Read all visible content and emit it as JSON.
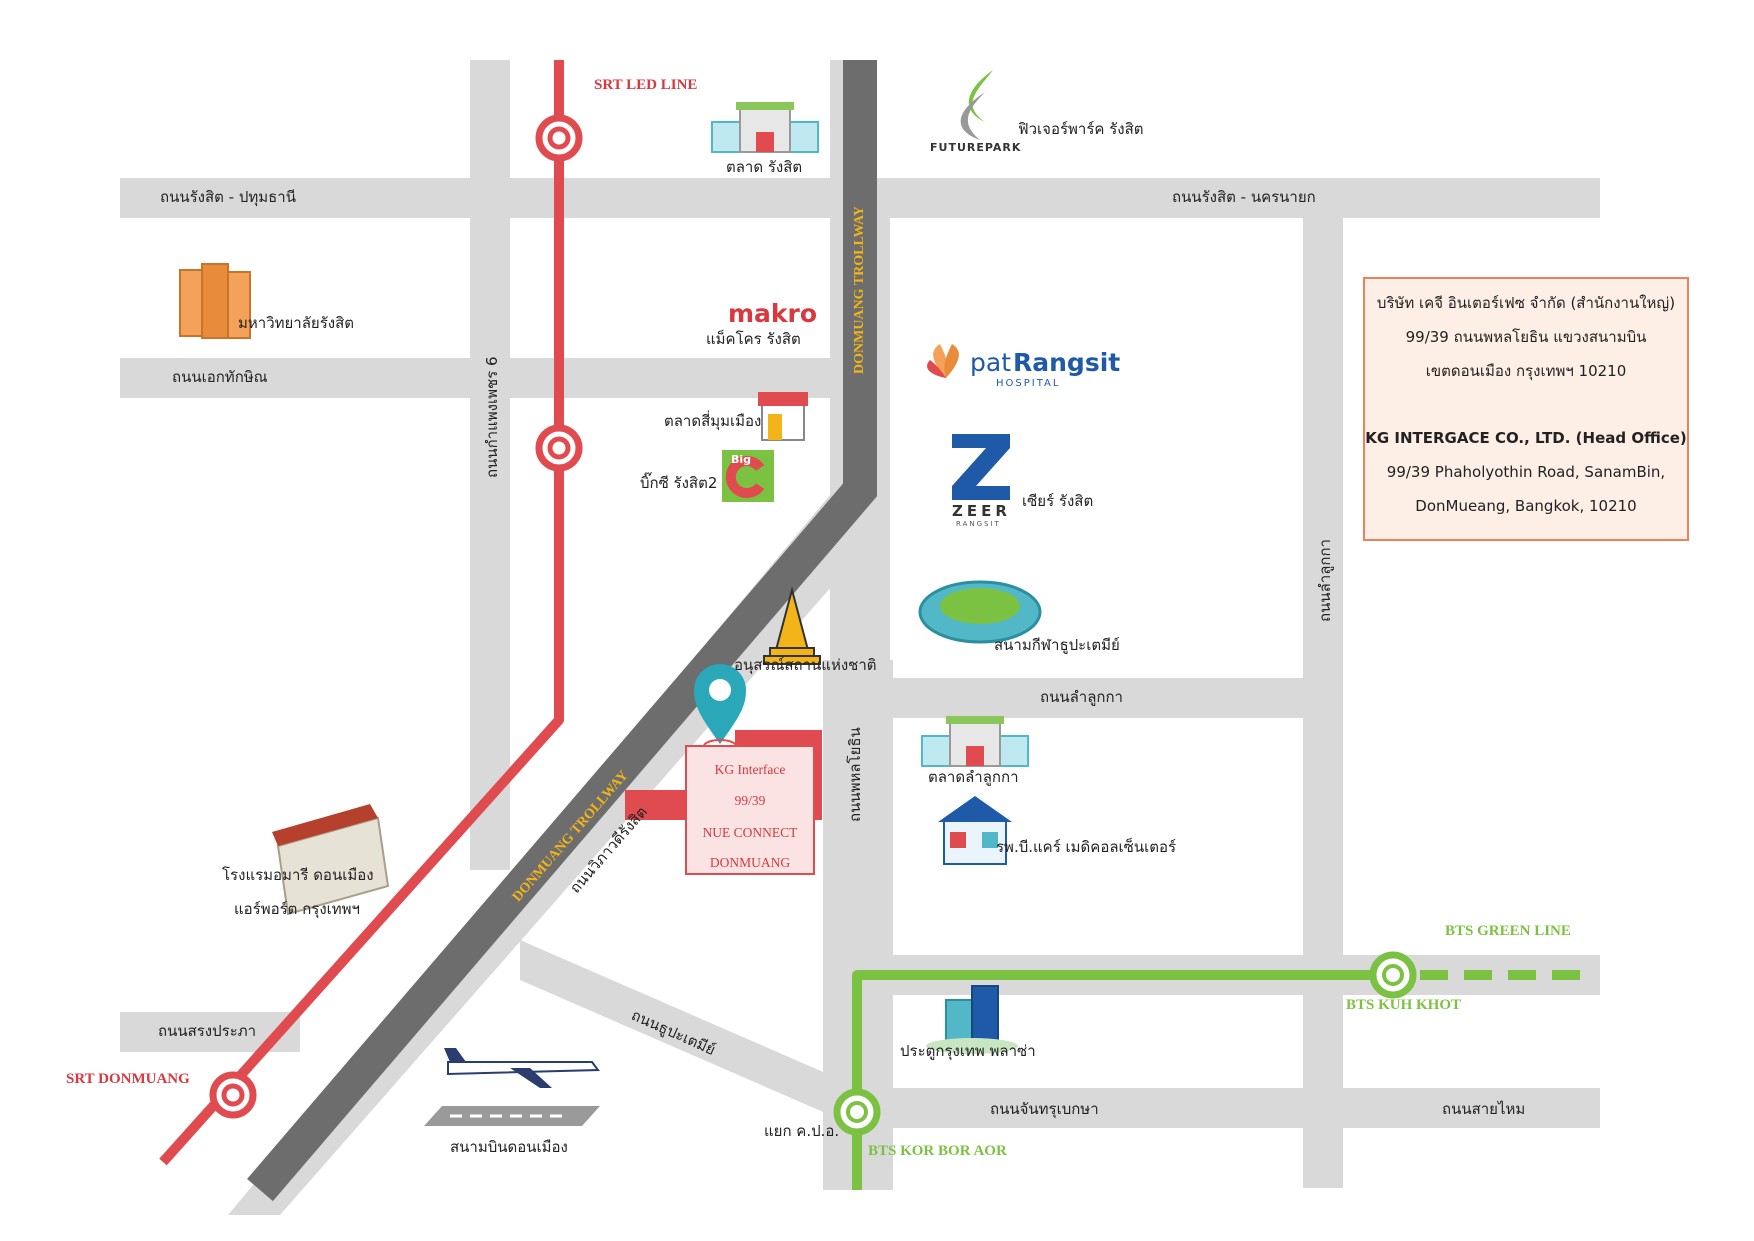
{
  "lines": {
    "srt_red": "SRT LED LINE",
    "srt_donmuang": "SRT DONMUANG",
    "bts_green": "BTS GREEN LINE",
    "bts_kuh_khot": "BTS KUH KHOT",
    "bts_kor_bor_aor": "BTS KOR BOR AOR",
    "tollway_top": "DONMUANG TROLLWAY",
    "tollway_bottom": "DONMUANG TROLLWAY"
  },
  "roads": {
    "rangsit_pathum": "ถนนรังสิต - ปทุมธานี",
    "rangsit_nakhon": "ถนนรังสิต - นครนายก",
    "ekkathat": "ถนนเอกทักษิณ",
    "kamphaeng_phet": "ถนนกำแพงเพชร 6",
    "lamlukka_vertical": "ถนนลำลูกกา",
    "lamlukka_horizontal": "ถนนลำลูกกา",
    "phahonyothin": "ถนนพหลโยธิน",
    "vibhavadi": "ถนนวิภาวดีรังสิต",
    "songprapa": "ถนนสรงประภา",
    "thupatemi": "ถนนธูปะเตมีย์",
    "chantrubeksa": "ถนนจันทรุเบกษา",
    "saimai": "ถนนสายไหม",
    "kor_bor_aor_junction": "แยก ค.ป.อ."
  },
  "places": {
    "talad_rangsit": "ตลาด รังสิต",
    "future_park_logo": "FUTUREPARK",
    "future_park": "ฟิวเจอร์พาร์ค รังสิต",
    "rangsit_university": "มหาวิทยาลัยรังสิต",
    "makro_logo": "makro",
    "makro": "แม็คโคร รังสิต",
    "patrangsit_pat": "pat",
    "patrangsit_rangsit": "Rangsit",
    "patrangsit_hospital": "HOSPITAL",
    "talad_simummuang": "ตลาดสี่มุมเมือง",
    "bigc_big": "Big",
    "bigc_c": "C",
    "bigc": "บิ๊กซี รังสิต2",
    "zeer_logo": "ZEER",
    "zeer_sub": "RANGSIT",
    "zeer": "เซียร์ รังสิต",
    "monument": "อนุสรณ์สถานแห่งชาติ",
    "stadium": "สนามกีฬาธูปะเตมีย์",
    "talad_lamlukka": "ตลาดลำลูกกา",
    "bcare": "รพ.บี.แคร์ เมดิคอลเซ็นเตอร์",
    "amari_line1": "โรงแรมอมารี ดอนเมือง",
    "amari_line2": "แอร์พอร์ต กรุงเทพฯ",
    "pratu_plaza": "ประตูกรุงเทพ พลาซ่า",
    "airport": "สนามบินดอนเมือง"
  },
  "kg_marker": {
    "line1": "KG Interface",
    "line2": "99/39",
    "line3": "NUE CONNECT",
    "line4": "DONMUANG"
  },
  "address": {
    "th_line1": "บริษัท เคจี อินเตอร์เฟซ จำกัด (สำนักงานใหญ่)",
    "th_line2": "99/39  ถนนพหลโยธิน แขวงสนามบิน",
    "th_line3": "เขตดอนเมือง  กรุงเทพฯ  10210",
    "en_line1": "KG INTERGACE CO., LTD. (Head Office)",
    "en_line2": "99/39 Phaholyothin Road, SanamBin,",
    "en_line3": "DonMueang,  Bangkok,  10210"
  },
  "colors": {
    "road": "#d9d9d9",
    "tollway": "#6d6d6d",
    "srt_red": "#e04b4f",
    "bts_green": "#7cc242",
    "marker": "#2aa7b8",
    "box_border": "#e8835a",
    "box_fill": "#fdeee6"
  }
}
